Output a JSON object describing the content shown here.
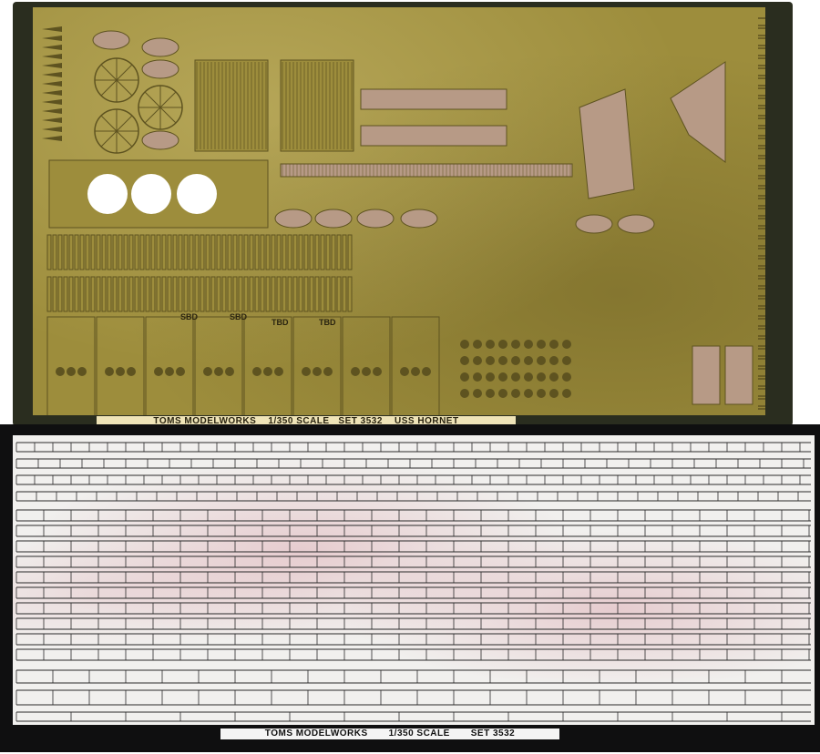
{
  "brass_fret": {
    "label": "TOMS MODELWORKS    1/350 SCALE   SET 3532    USS HORNET",
    "aircraft_labels": [
      "SBD",
      "SBD",
      "TBD",
      "TBD"
    ],
    "colors": {
      "brass": "#9d8d3c",
      "brass_dark": "#5e5320",
      "frame": "#2a2d1f",
      "pink": "#b79a86"
    }
  },
  "steel_fret": {
    "label": "TOMS MODELWORKS       1/350 SCALE       SET 3532",
    "colors": {
      "steel": "#f1f0ee",
      "line": "#2a2a2a",
      "stain": "#d696a0"
    }
  }
}
